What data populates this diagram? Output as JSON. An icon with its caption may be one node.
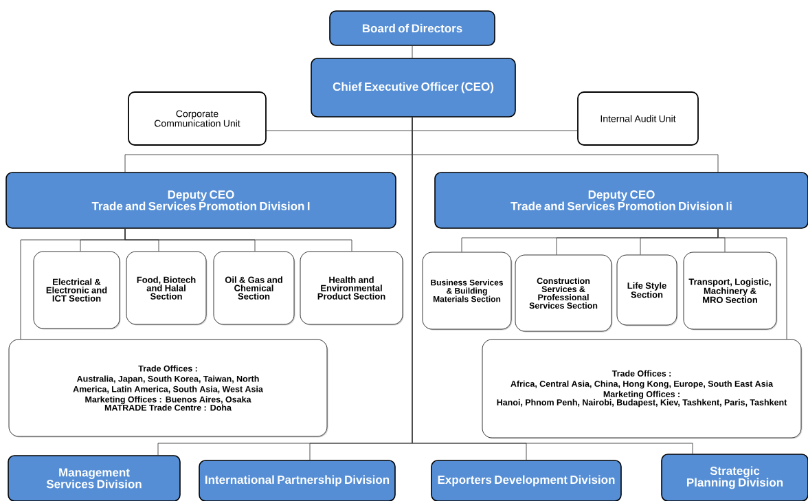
{
  "diagram": {
    "nodes": [
      {
        "text": [
          "Board of Directors"
        ]
      },
      {
        "text": [
          "Chief Executive Officer (CEO)"
        ]
      },
      {
        "text": [
          "Corporate Communication Unit"
        ]
      },
      {
        "text": [
          "Internal Audit Unit"
        ]
      },
      {
        "text": [
          "Deputy CEO",
          "Trade and Services Promotion Division  I"
        ]
      },
      {
        "text": [
          "Deputy CEO",
          "Trade and Services Promotion Division  Ii"
        ]
      },
      {
        "text": [
          "Electrical & Electronic and ICT Section"
        ]
      },
      {
        "text": [
          "Food, Biotech and Halal Section"
        ]
      },
      {
        "text": [
          "Oil & Gas and Chemical Section"
        ]
      },
      {
        "text": [
          "Health and Environmental Product Section"
        ]
      },
      {
        "text": [
          "Trade Offices :",
          "Australia, Japan, South Korea, Taiwan, North America, Latin America,  South Asia, West Asia",
          "Marketing Offices : Buenos Aires, Osaka",
          "MATRADE Trade Centre : Doha"
        ]
      },
      {
        "text": [
          "Business Services & Building Materials Section"
        ]
      },
      {
        "text": [
          "Construction Services & Professional Services Section"
        ]
      },
      {
        "text": [
          "Life Style Section"
        ]
      },
      {
        "text": [
          "Transport, Logistic, Machinery & MRO Section"
        ]
      },
      {
        "text": [
          "Trade Offices :",
          "Africa, Central Asia, China, Hong Kong,  Europe, South East Asia",
          "Marketing Offices :",
          "Hanoi, Phnom Penh, Nairobi, Budapest, Kiev, Tashkent, Paris, Tashkent"
        ]
      },
      {
        "text": [
          "Management Services Division"
        ]
      },
      {
        "text": [
          "International Partnership Division"
        ]
      },
      {
        "text": [
          "Exporters Development Division"
        ]
      },
      {
        "text": [
          "Strategic Planning Division"
        ]
      }
    ],
    "edges": [
      {
        "from": 0,
        "to": 1,
        "arrow": "none"
      },
      {
        "from": 1,
        "to": 2,
        "arrow": "none"
      },
      {
        "from": 1,
        "to": 3,
        "arrow": "none"
      },
      {
        "from": 1,
        "to": 4,
        "arrow": "none"
      },
      {
        "from": 1,
        "to": 5,
        "arrow": "none"
      },
      {
        "from": 4,
        "to": 6,
        "arrow": "none"
      },
      {
        "from": 4,
        "to": 7,
        "arrow": "none"
      },
      {
        "from": 4,
        "to": 8,
        "arrow": "none"
      },
      {
        "from": 4,
        "to": 9,
        "arrow": "none"
      },
      {
        "from": 4,
        "to": 10,
        "arrow": "none"
      },
      {
        "from": 5,
        "to": 11,
        "arrow": "none"
      },
      {
        "from": 5,
        "to": 12,
        "arrow": "none"
      },
      {
        "from": 5,
        "to": 13,
        "arrow": "none"
      },
      {
        "from": 5,
        "to": 14,
        "arrow": "none"
      },
      {
        "from": 5,
        "to": 15,
        "arrow": "none"
      },
      {
        "from": 1,
        "to": 16,
        "arrow": "none"
      },
      {
        "from": 1,
        "to": 17,
        "arrow": "none"
      },
      {
        "from": 1,
        "to": 18,
        "arrow": "none"
      },
      {
        "from": 1,
        "to": 19,
        "arrow": "none"
      }
    ]
  }
}
